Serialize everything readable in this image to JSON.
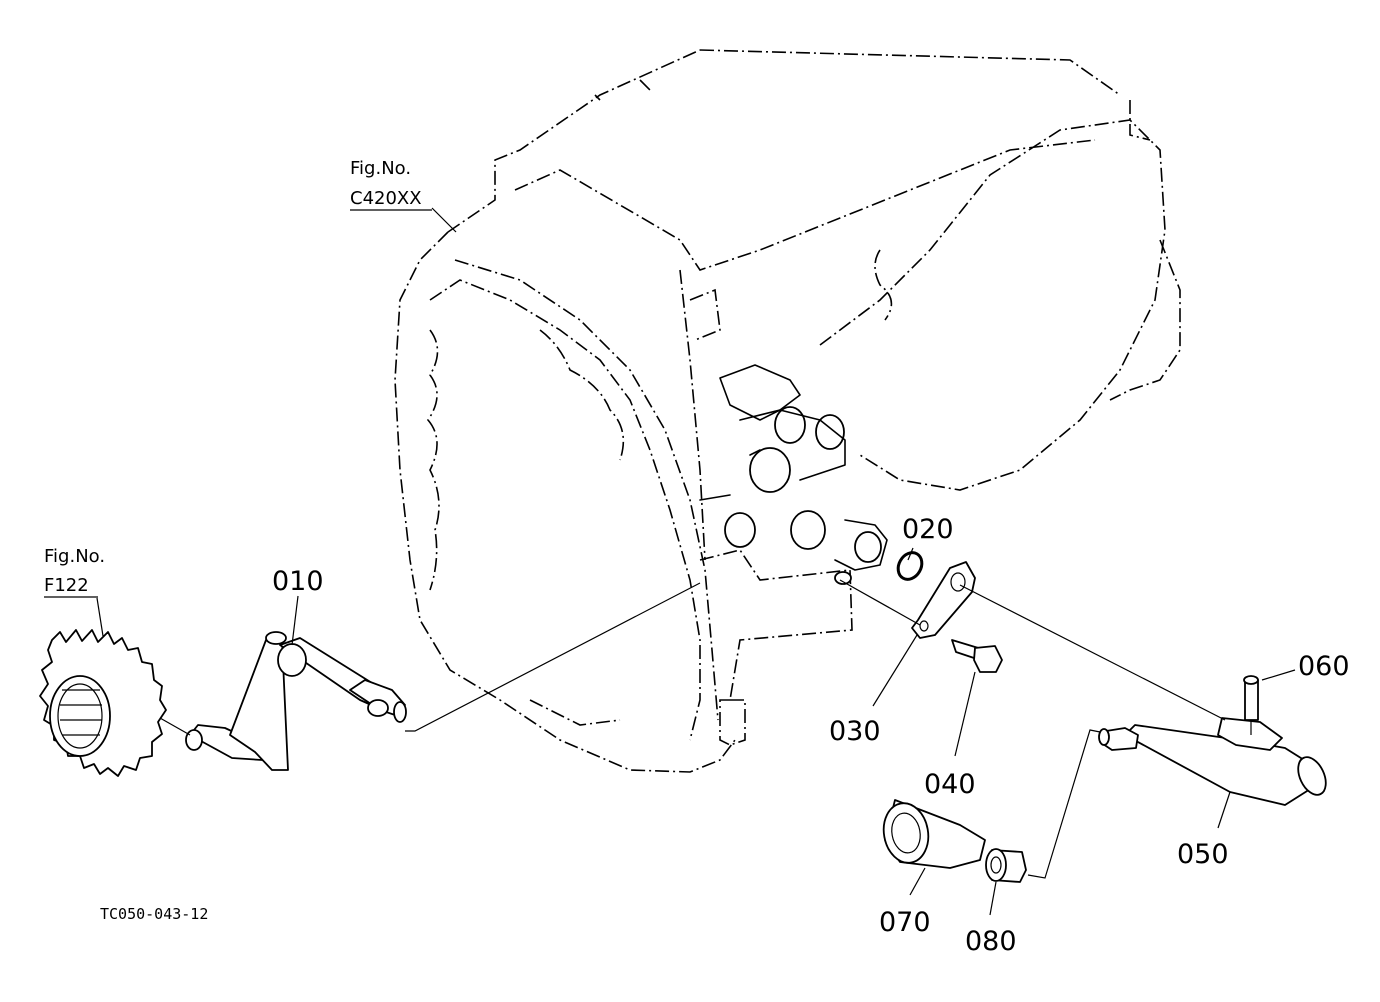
{
  "figure_refs": {
    "housing": {
      "line1": "Fig.No.",
      "line2": "C420XX"
    },
    "gear": {
      "line1": "Fig.No.",
      "line2": "F122"
    }
  },
  "parts": {
    "p010": "010",
    "p020": "020",
    "p030": "030",
    "p040": "040",
    "p050": "050",
    "p060": "060",
    "p070": "070",
    "p080": "080"
  },
  "drawing_code": "TC050-043-12",
  "colors": {
    "ink": "#000000",
    "paper": "#ffffff"
  }
}
